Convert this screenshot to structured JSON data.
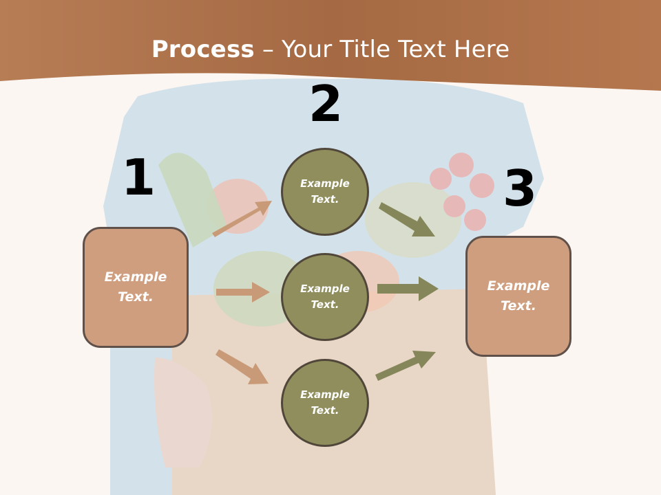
{
  "title": {
    "bold": "Process",
    "rest": " – Your Title Text Here"
  },
  "steps": {
    "one": "1",
    "two": "2",
    "three": "3"
  },
  "left_box": "Example Text.",
  "right_box": "Example Text.",
  "circles": [
    "Example Text.",
    "Example Text.",
    "Example Text."
  ],
  "colors": {
    "header": "#a86f47",
    "box_fill": "#cf9e7f",
    "circle_fill": "#8f8e5c",
    "arrow_left": "#c99a78",
    "arrow_right": "#85875a"
  }
}
